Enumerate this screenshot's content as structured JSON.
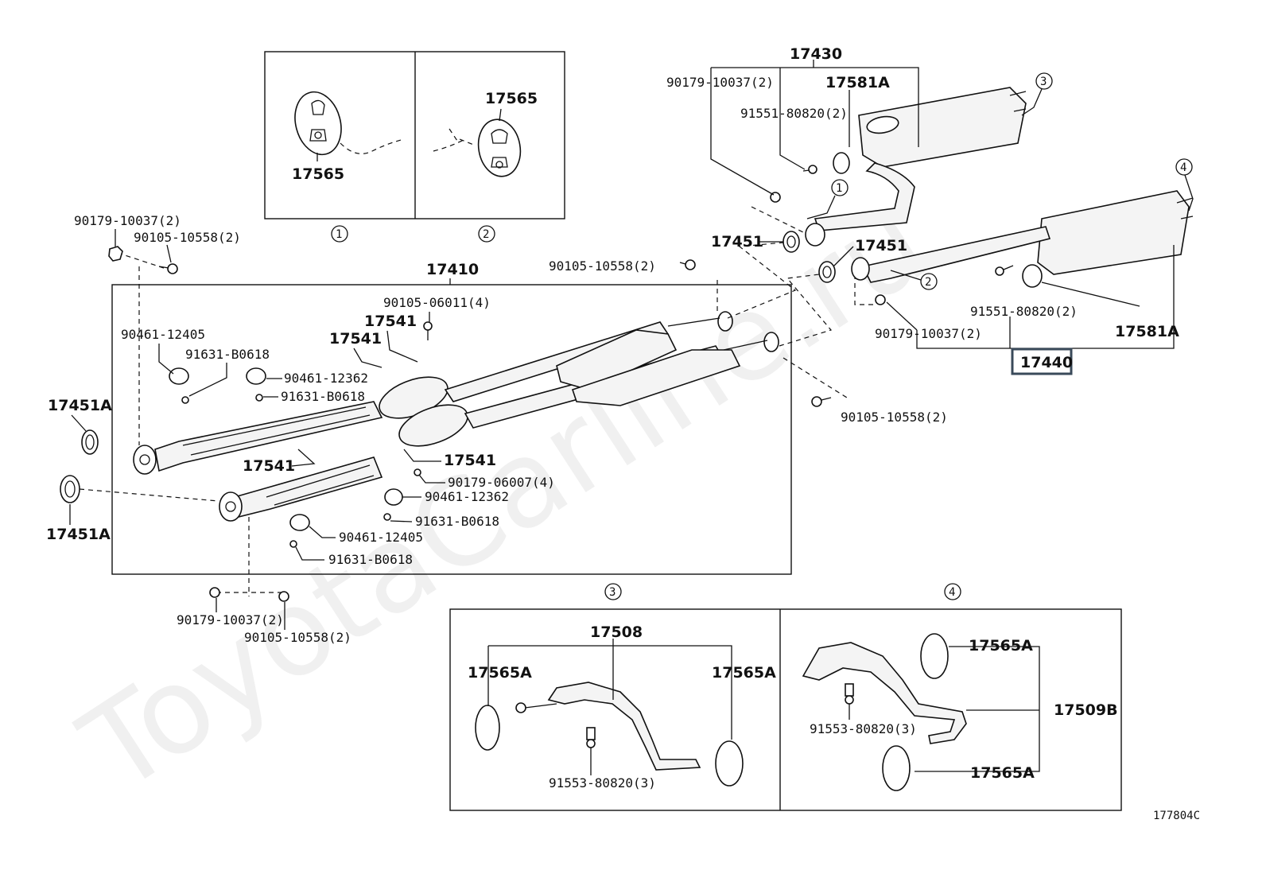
{
  "watermark": "ToyotaCarline.ru",
  "diagram_code": "177804C",
  "views": {
    "v1": "1",
    "v2": "2",
    "v3": "3",
    "v4": "4"
  },
  "refs": {
    "r1": "1",
    "r2": "2",
    "r3": "3",
    "r4": "4"
  },
  "parts": {
    "p17565_a": "17565",
    "p17565_b": "17565",
    "p17430": "17430",
    "p17581A_top": "17581A",
    "p90179_10037_top": "90179-10037(2)",
    "p91551_80820_top": "91551-80820(2)",
    "p17451_a": "17451",
    "p17451_b": "17451",
    "p90105_10558_mid": "90105-10558(2)",
    "p91551_80820_bot": "91551-80820(2)",
    "p90179_10037_right": "90179-10037(2)",
    "p17581A_bot": "17581A",
    "p17440": "17440",
    "p90105_10558_right": "90105-10558(2)",
    "p90179_10037_left": "90179-10037(2)",
    "p90105_10558_left": "90105-10558(2)",
    "p17410": "17410",
    "p90105_06011": "90105-06011(4)",
    "p17541_a": "17541",
    "p17541_b": "17541",
    "p17541_c": "17541",
    "p17541_d": "17541",
    "p90461_12405_a": "90461-12405",
    "p91631_B0618_a": "91631-B0618",
    "p90461_12362_a": "90461-12362",
    "p91631_B0618_b": "91631-B0618",
    "p17451A_a": "17451A",
    "p17451A_b": "17451A",
    "p90179_06007": "90179-06007(4)",
    "p90461_12362_b": "90461-12362",
    "p91631_B0618_c": "91631-B0618",
    "p90461_12405_b": "90461-12405",
    "p91631_B0618_d": "91631-B0618",
    "p90179_10037_bot": "90179-10037(2)",
    "p90105_10558_bot": "90105-10558(2)",
    "p17508": "17508",
    "p17565A_l": "17565A",
    "p17565A_r": "17565A",
    "p91553_80820_a": "91553-80820(3)",
    "p17565A_t": "17565A",
    "p17509B": "17509B",
    "p91553_80820_b": "91553-80820(3)",
    "p17565A_b": "17565A"
  }
}
